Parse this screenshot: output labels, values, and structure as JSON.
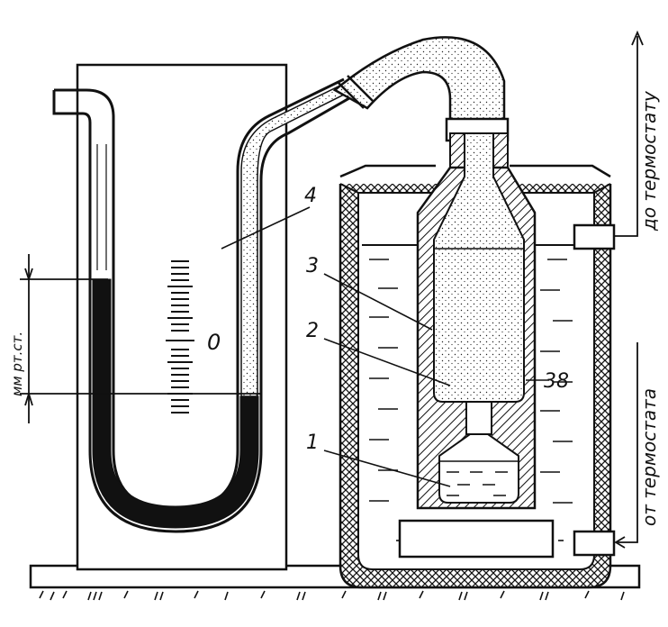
{
  "labels": {
    "part_1": "1",
    "part_2": "2",
    "part_3": "3",
    "part_4": "4",
    "temp_38": "38",
    "zero_mark": "0",
    "pressure_unit": "мм рт.ст.",
    "to_thermostat": "до термостату",
    "from_thermostat": "от термостата"
  },
  "colors": {
    "ink": "#111111",
    "mercury": "#111111",
    "paper": "#ffffff"
  }
}
